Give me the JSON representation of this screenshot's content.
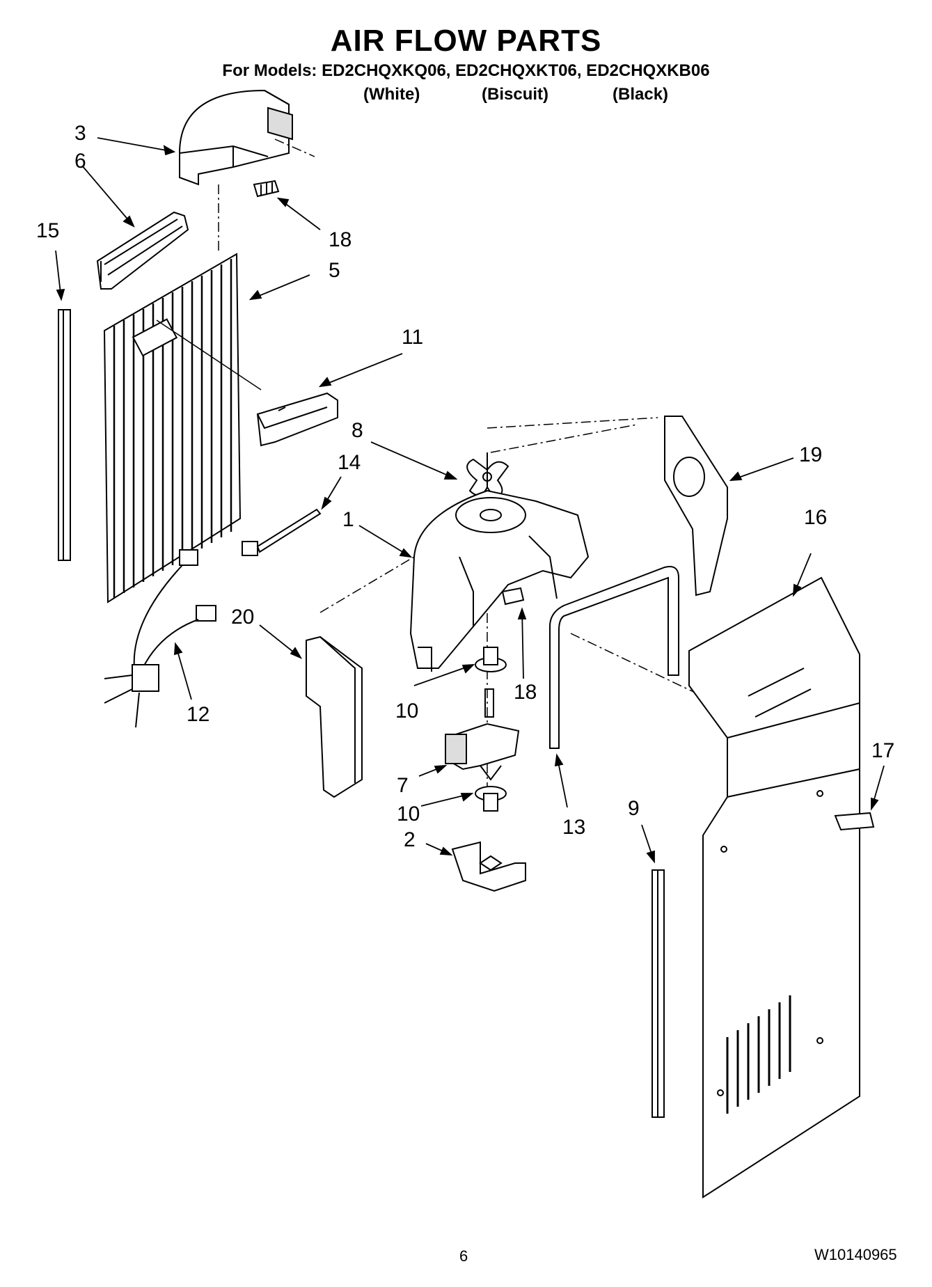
{
  "header": {
    "title": "AIR FLOW PARTS",
    "models_line": "For Models: ED2CHQXKQ06, ED2CHQXKT06, ED2CHQXKB06",
    "variants": [
      "(White)",
      "(Biscuit)",
      "(Black)"
    ]
  },
  "callouts": [
    "3",
    "6",
    "15",
    "18",
    "5",
    "11",
    "8",
    "14",
    "1",
    "19",
    "16",
    "20",
    "12",
    "10",
    "18",
    "7",
    "10",
    "2",
    "13",
    "9",
    "17"
  ],
  "footer": {
    "page_number": "6",
    "document_number": "W10140965"
  }
}
